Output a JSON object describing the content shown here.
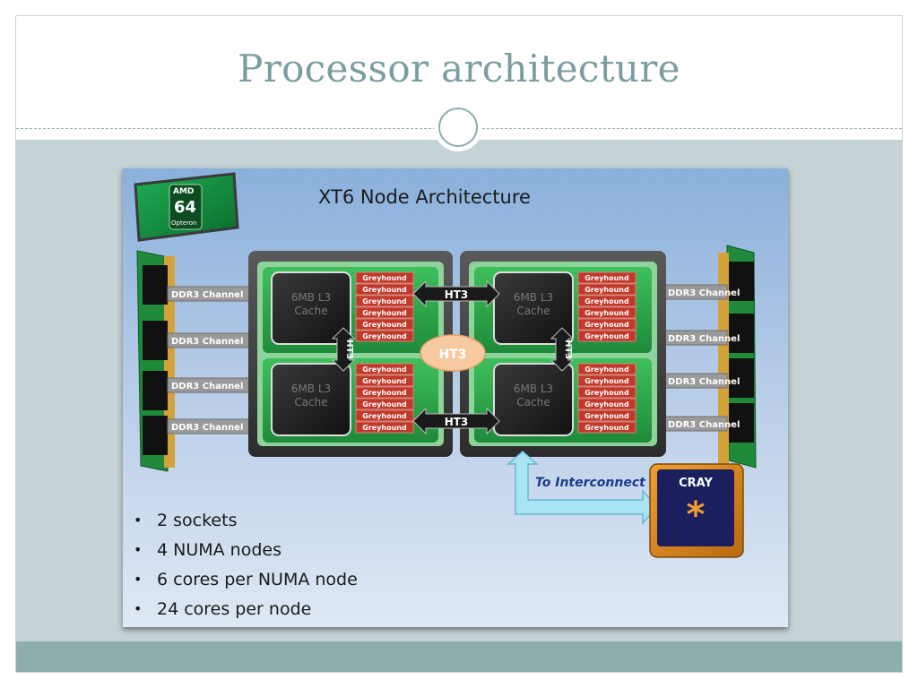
{
  "slide": {
    "title": "Processor architecture"
  },
  "diagram": {
    "title": "XT6 Node Architecture",
    "logo": {
      "brand": "AMD",
      "mark": "64",
      "product": "Opteron"
    },
    "ddr_label": "DDR3 Channel",
    "cache_label_line1": "6MB L3",
    "cache_label_line2": "Cache",
    "core_label": "Greyhound",
    "link_label": "HT3",
    "interconnect_label": "To Interconnect",
    "cray_label": "CRAY",
    "cray_star": "*",
    "colors": {
      "board_green": "#2fa84f",
      "core_red": "#c0392b",
      "ht_oval": "#f6c9a0",
      "arrow_blue": "#a9e4f4"
    }
  },
  "bullets": [
    "2 sockets",
    "4 NUMA nodes",
    "6 cores per NUMA node",
    "24 cores per node"
  ]
}
